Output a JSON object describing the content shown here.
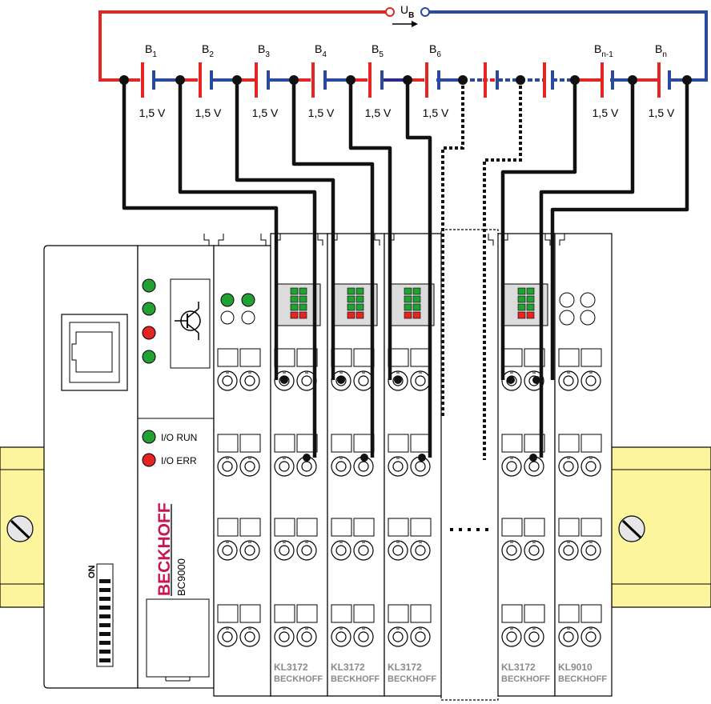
{
  "supply_label": "U",
  "supply_sub": "B",
  "batteries": [
    {
      "label": "B",
      "sub": "1",
      "voltage": "1,5 V"
    },
    {
      "label": "B",
      "sub": "2",
      "voltage": "1,5 V"
    },
    {
      "label": "B",
      "sub": "3",
      "voltage": "1,5 V"
    },
    {
      "label": "B",
      "sub": "4",
      "voltage": "1,5 V"
    },
    {
      "label": "B",
      "sub": "5",
      "voltage": "1,5 V"
    },
    {
      "label": "B",
      "sub": "6",
      "voltage": "1,5 V"
    },
    {
      "label": "B",
      "sub": "n-1",
      "voltage": "1,5 V"
    },
    {
      "label": "B",
      "sub": "n",
      "voltage": "1,5 V"
    }
  ],
  "coupler": {
    "brand": "BECKHOFF",
    "model": "BC9000",
    "led_io_run": "I/O RUN",
    "led_io_err": "I/O ERR",
    "dip_label": "ON"
  },
  "terminals": [
    {
      "model": "KL3172",
      "brand": "BECKHOFF"
    },
    {
      "model": "KL3172",
      "brand": "BECKHOFF"
    },
    {
      "model": "KL3172",
      "brand": "BECKHOFF"
    },
    {
      "model": "KL3172",
      "brand": "BECKHOFF"
    },
    {
      "model": "KL9010",
      "brand": "BECKHOFF"
    }
  ],
  "colors": {
    "positive_wire": "#e52521",
    "negative_wire": "#2a4aa0",
    "led_green": "#21a134",
    "led_red": "#e52521",
    "brand": "#c8174f",
    "rail": "#fdf59d"
  }
}
